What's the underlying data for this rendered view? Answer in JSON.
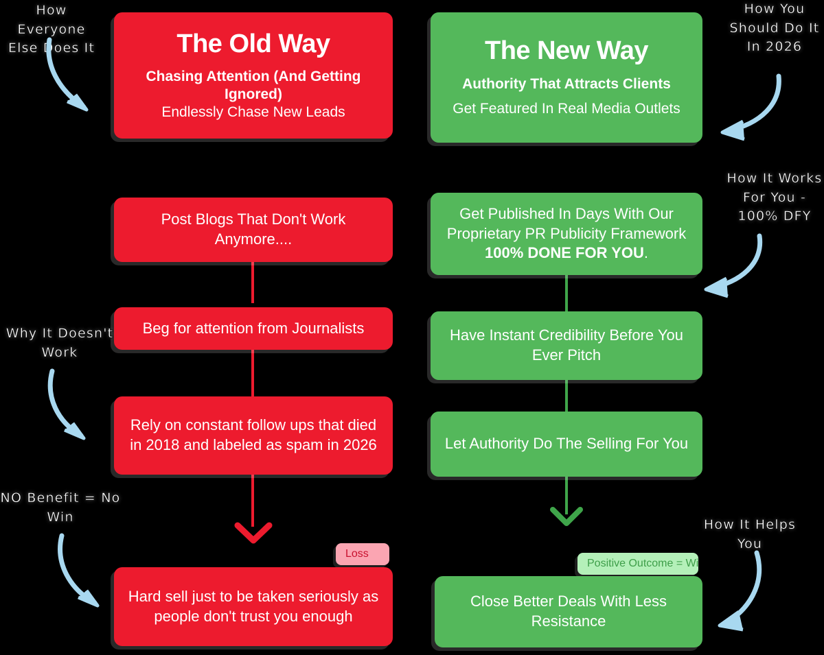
{
  "theme": {
    "background": "#000000",
    "red": "#ED1B2E",
    "green": "#54B85B",
    "red_connector": "#ED1B2E",
    "green_connector": "#3FA54A",
    "loss_badge_bg": "#FBA5B2",
    "loss_badge_text": "#C8102E",
    "win_badge_bg": "#B4F0B9",
    "win_badge_text": "#3E9E49",
    "annotation_text": "#FFFFFF",
    "annotation_arrow": "#A8D8F0"
  },
  "columns": {
    "old": {
      "header": {
        "title": "The Old Way",
        "subtitle_bold": "Chasing Attention (And Getting Ignored)",
        "subtitle_regular": "Endlessly Chase New Leads"
      },
      "steps": [
        {
          "text": "Post Blogs That Don't Work Anymore...."
        },
        {
          "text": "Beg for attention from Journalists"
        },
        {
          "text": "Rely on constant follow ups that died in 2018 and labeled as spam in 2026"
        },
        {
          "text": "Hard sell just to be taken seriously as people don't trust you enough"
        }
      ],
      "badge": "Loss"
    },
    "new": {
      "header": {
        "title": "The New Way",
        "subtitle_bold": "Authority That Attracts Clients",
        "subtitle_regular": "Get Featured In Real Media Outlets"
      },
      "steps": [
        {
          "text_before": "Get Published In Days With Our Proprietary PR Publicity Framework ",
          "text_bold": "100% DONE FOR YOU",
          "text_after": "."
        },
        {
          "text": "Have Instant Credibility Before You Ever Pitch"
        },
        {
          "text": "Let Authority Do The Selling For You"
        },
        {
          "text": "Close Better Deals  With Less Resistance"
        }
      ],
      "badge": "Positive Outcome = Win"
    }
  },
  "annotations": [
    {
      "id": "how-everyone-else-does-it",
      "text": "How Everyone Else Does It"
    },
    {
      "id": "why-it-doesnt-work",
      "text": "Why It Doesn't Work"
    },
    {
      "id": "no-benefit-no-win",
      "text": "NO Benefit = No Win"
    },
    {
      "id": "how-you-should-do-it-in-2026",
      "text": "How You Should Do It In 2026"
    },
    {
      "id": "how-it-works-for-you-dfy",
      "text": "How It Works For You - 100% DFY"
    },
    {
      "id": "how-it-helps-you",
      "text": "How It Helps You"
    }
  ]
}
